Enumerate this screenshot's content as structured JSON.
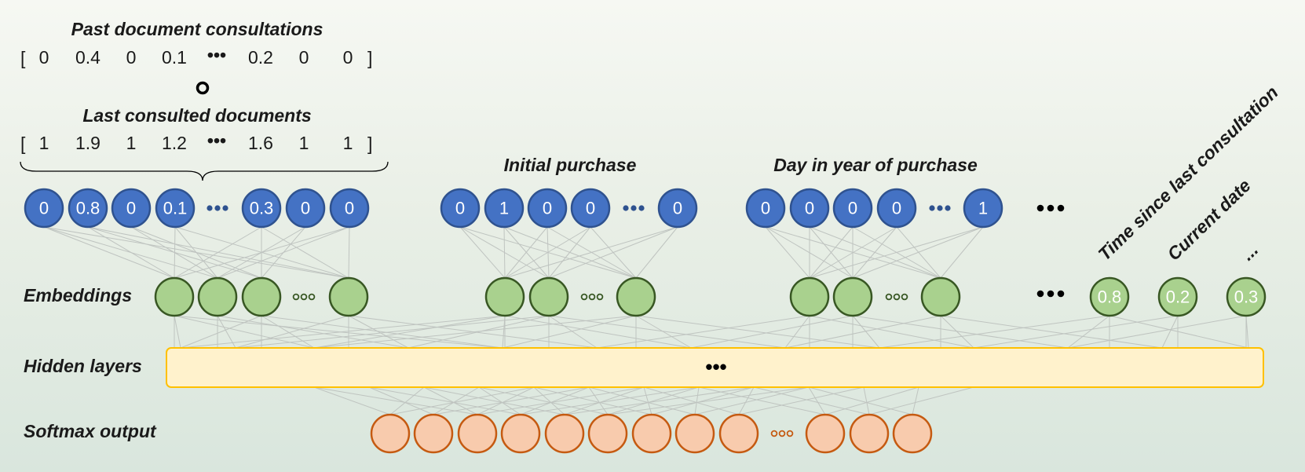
{
  "labels": {
    "past_consultations": "Past document consultations",
    "last_consulted": "Last consulted documents",
    "initial_purchase": "Initial purchase",
    "day_in_year": "Day in year of purchase",
    "time_since": "Time since last consultation",
    "current_date": "Current date",
    "extra_feature": "...",
    "embeddings": "Embeddings",
    "hidden_layers": "Hidden layers",
    "softmax_output": "Softmax output"
  },
  "vectors": {
    "past": [
      "0",
      "0.4",
      "0",
      "0.1",
      "•••",
      "0.2",
      "0",
      "0"
    ],
    "last": [
      "1",
      "1.9",
      "1",
      "1.2",
      "•••",
      "1.6",
      "1",
      "1"
    ],
    "open_bracket": "[",
    "close_bracket": "]",
    "operator": "hadamard-product-circle"
  },
  "inputs": {
    "consultation_nodes": [
      "0",
      "0.8",
      "0",
      "0.1",
      "0.3",
      "0",
      "0"
    ],
    "initial_purchase_nodes": [
      "0",
      "1",
      "0",
      "0",
      "0"
    ],
    "day_in_year_nodes": [
      "0",
      "0",
      "0",
      "0",
      "1"
    ],
    "ellipsis": "•••"
  },
  "numeric_inputs": [
    "0.8",
    "0.2",
    "0.3"
  ],
  "hidden": {
    "ellipsis": "•••"
  },
  "colors": {
    "input_fill": "#4472c4",
    "input_stroke": "#2f528f",
    "embed_fill": "#a9d18e",
    "embed_stroke": "#385723",
    "hidden_fill": "#fff2cc",
    "hidden_stroke": "#ffc000",
    "output_fill": "#f8cbad",
    "output_stroke": "#c55a11",
    "edge": "#bfc4c0"
  }
}
